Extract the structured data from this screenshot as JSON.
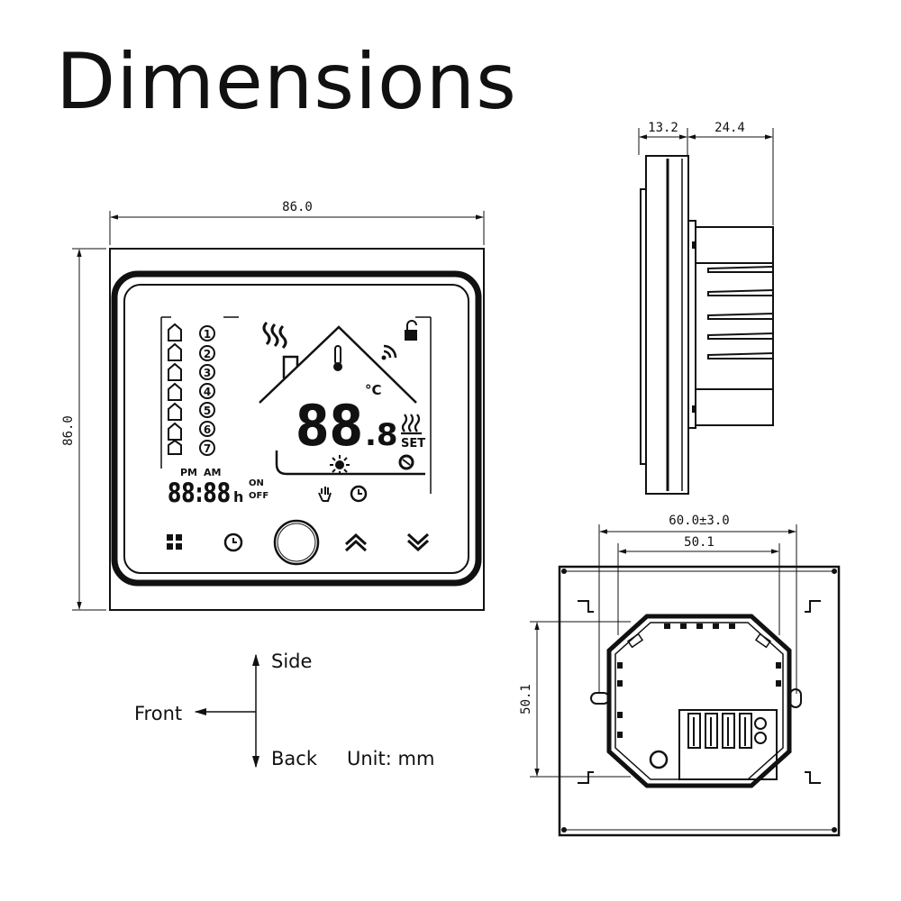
{
  "title": "Dimensions",
  "front_view": {
    "width_dim": "86.0",
    "height_dim": "86.0",
    "lcd": {
      "program_numbers": [
        "1",
        "2",
        "3",
        "4",
        "5",
        "6",
        "7"
      ],
      "pm": "PM",
      "am": "AM",
      "clock_digits": "88:88",
      "hour_unit": "h",
      "on": "ON",
      "off": "OFF",
      "temp_digits": "88",
      "decimal_digit": ".8",
      "unit_c": "°C",
      "set": "SET"
    },
    "buttons": [
      "menu",
      "clock",
      "power",
      "up",
      "down"
    ]
  },
  "side_view": {
    "dim_front": "13.2",
    "dim_back": "24.4"
  },
  "back_view": {
    "dim_outer": "60.0±3.0",
    "dim_inner": "50.1",
    "dim_height": "50.1"
  },
  "legend": {
    "side": "Side",
    "front": "Front",
    "back": "Back",
    "unit": "Unit: mm"
  }
}
